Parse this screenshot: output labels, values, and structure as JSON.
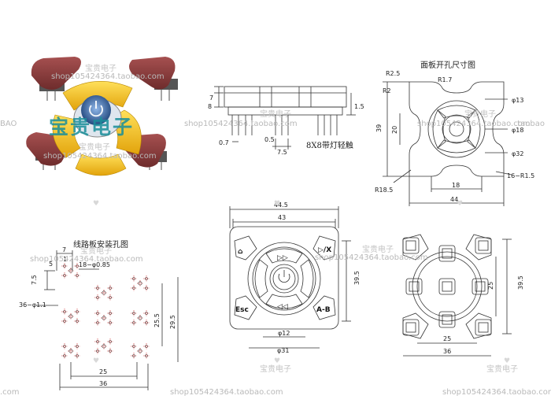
{
  "watermarks": {
    "shop": "shop105424364.taobao.com",
    "store_cn": "宝贵电子",
    "big_cn": "宝贵电子",
    "bao": "BAO",
    "com": ".com",
    "taobao": ".taobao"
  },
  "titles": {
    "panel_cutout": "面板开孔尺寸图",
    "pcb_holes": "线路板安装孔图",
    "led_note": "8X8带灯轻触"
  },
  "button_labels": {
    "forward": "▷▷",
    "back": "◁◁",
    "play": "▷/X",
    "esc": "Esc",
    "ab": "A-B"
  },
  "dimensions": {
    "side_view": {
      "d7": "7",
      "d8": "8",
      "d1_5": "1.5",
      "d0_7": "0.7",
      "d0_5": "0.5",
      "d7_5": "7.5"
    },
    "panel": {
      "r2_5": "R2.5",
      "r2": "R2",
      "r1_7": "R1.7",
      "d13": "φ13",
      "d18": "φ18",
      "d32": "φ32",
      "r18_5": "R18.5",
      "r1_5": "16−R1.5",
      "h39": "39",
      "h20": "20",
      "w18": "18",
      "w44": "44"
    },
    "front": {
      "w44_5": "44.5",
      "w43": "43",
      "h39_5": "39.5",
      "d12": "φ12",
      "d31": "φ31"
    },
    "pcb": {
      "w7": "7",
      "w1": "1",
      "h7_5": "7.5",
      "h5": "5",
      "holes": "18−φ0.85",
      "pins": "36−φ1.1",
      "h25_5": "25.5",
      "h29_5": "29.5",
      "w25": "25",
      "w36": "36"
    },
    "bottom": {
      "h39_5": "39.5",
      "h25": "25",
      "w25": "25",
      "w36": "36"
    }
  },
  "colors": {
    "line": "#333333",
    "red_cross": "#cc2222",
    "cap_red": "#8a3a3a",
    "cap_yellow": "#f2c21a",
    "center_blue": "#2f5a9a",
    "watermark_teal": "#1a8f9a"
  }
}
